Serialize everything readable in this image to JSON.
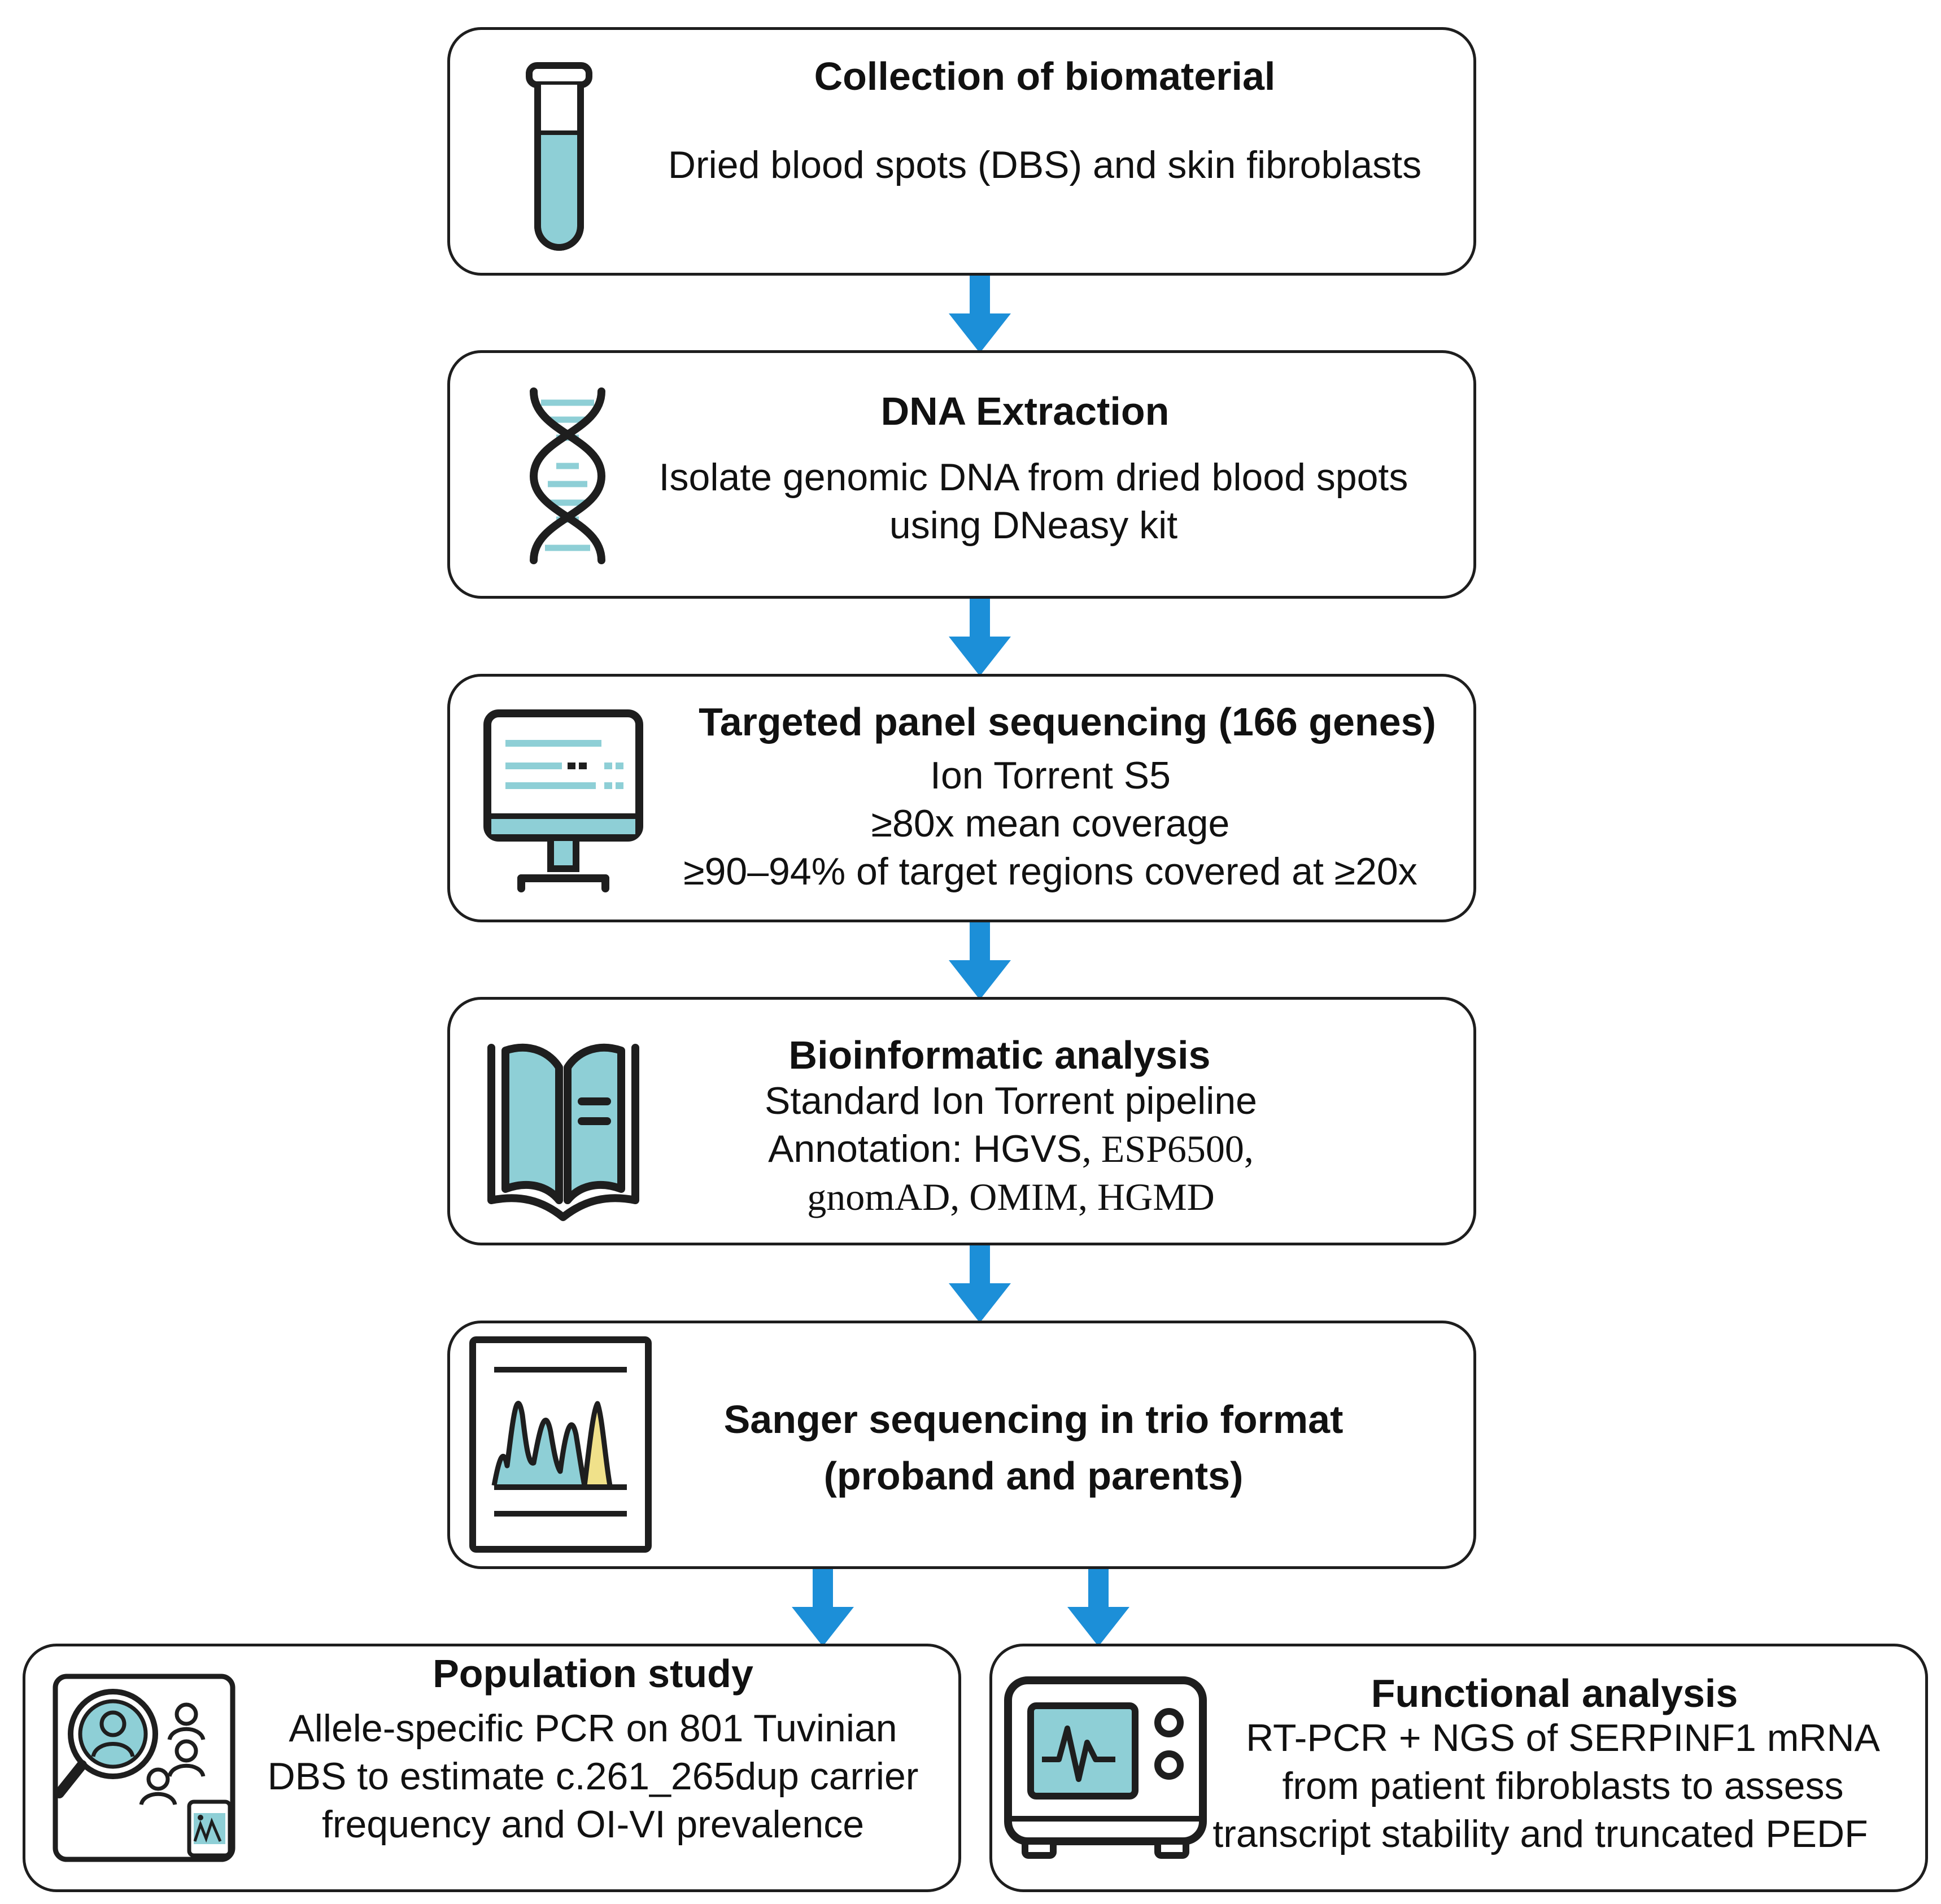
{
  "colors": {
    "accent": "#8ecfd6",
    "arrow": "#1c8fd8",
    "stroke": "#1e1e1e",
    "highlight": "#f0e18a"
  },
  "steps": {
    "collection": {
      "title": "Collection of biomaterial",
      "line1": "Dried blood spots (DBS) and skin fibroblasts",
      "icon": "test-tube-icon"
    },
    "dna": {
      "title": "DNA Extraction",
      "line1": "Isolate genomic DNA from dried blood spots",
      "line2": "using DNeasy kit",
      "icon": "dna-helix-icon"
    },
    "sequencing": {
      "title": "Targeted panel sequencing (166 genes)",
      "line1": "Ion Torrent S5",
      "line2": "≥80x mean coverage",
      "line3": "≥90–94% of target regions covered at ≥20x",
      "icon": "computer-monitor-icon"
    },
    "bioinf": {
      "title": "Bioinformatic analysis",
      "line1": "Standard Ion Torrent pipeline",
      "line2a": "Annotation: HGVS",
      "line2b": ", ESP6500,",
      "line3": "gnomAD, OMIM, HGMD",
      "icon": "open-book-icon"
    },
    "sanger": {
      "title1": "Sanger sequencing in trio format",
      "title2": "(proband and parents)",
      "icon": "chromatogram-icon"
    },
    "population": {
      "title": "Population study",
      "line1": "Allele-specific PCR on 801 Tuvinian",
      "line2": "DBS to estimate c.261_265dup carrier",
      "line3": "frequency and OI-VI prevalence",
      "icon": "population-search-icon"
    },
    "functional": {
      "title": "Functional analysis",
      "line1": "RT-PCR + NGS of SERPINF1 mRNA",
      "line2": "from patient fibroblasts to assess",
      "line3": "transcript stability and truncated PEDF",
      "icon": "lab-instrument-icon"
    }
  }
}
